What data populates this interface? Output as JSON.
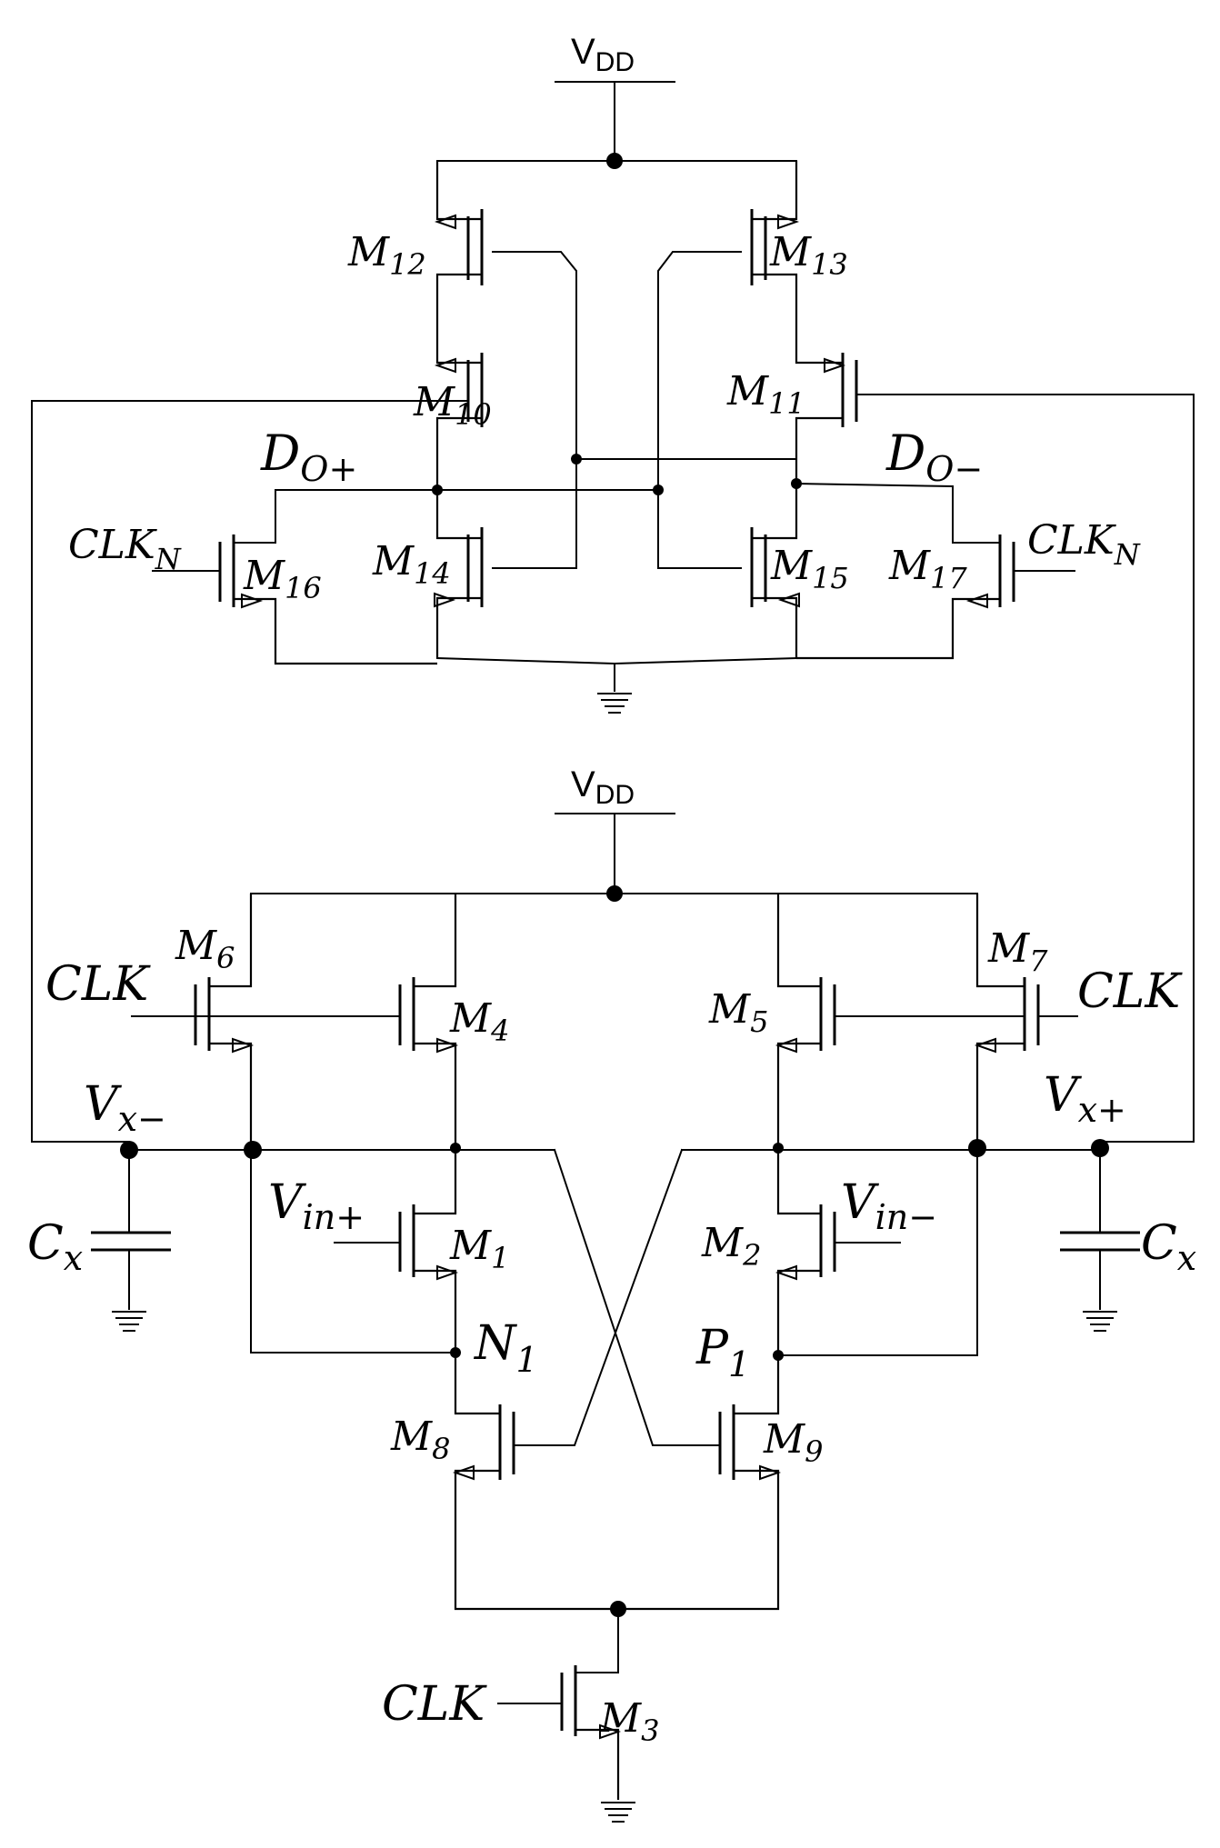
{
  "supply": {
    "main": "V",
    "sub": "DD"
  },
  "transistors": {
    "m1": {
      "main": "M",
      "sub": "1"
    },
    "m2": {
      "main": "M",
      "sub": "2"
    },
    "m3": {
      "main": "M",
      "sub": "3"
    },
    "m4": {
      "main": "M",
      "sub": "4"
    },
    "m5": {
      "main": "M",
      "sub": "5"
    },
    "m6": {
      "main": "M",
      "sub": "6"
    },
    "m7": {
      "main": "M",
      "sub": "7"
    },
    "m8": {
      "main": "M",
      "sub": "8"
    },
    "m9": {
      "main": "M",
      "sub": "9"
    },
    "m10": {
      "main": "M",
      "sub": "10"
    },
    "m11": {
      "main": "M",
      "sub": "11"
    },
    "m12": {
      "main": "M",
      "sub": "12"
    },
    "m13": {
      "main": "M",
      "sub": "13"
    },
    "m14": {
      "main": "M",
      "sub": "14"
    },
    "m15": {
      "main": "M",
      "sub": "15"
    },
    "m16": {
      "main": "M",
      "sub": "16"
    },
    "m17": {
      "main": "M",
      "sub": "17"
    }
  },
  "signals": {
    "do_plus": {
      "main": "D",
      "sub": "O+"
    },
    "do_minus": {
      "main": "D",
      "sub": "O−"
    },
    "clkn": {
      "main": "CLK",
      "sub": "N"
    },
    "clk": "CLK",
    "vx_minus": {
      "main": "V",
      "sub": "x−"
    },
    "vx_plus": {
      "main": "V",
      "sub": "x+"
    },
    "vin_plus": {
      "main": "V",
      "sub": "in+"
    },
    "vin_minus": {
      "main": "V",
      "sub": "in−"
    },
    "cx": {
      "main": "C",
      "sub": "x"
    },
    "n1": {
      "main": "N",
      "sub": "1"
    },
    "p1": {
      "main": "P",
      "sub": "1"
    }
  }
}
